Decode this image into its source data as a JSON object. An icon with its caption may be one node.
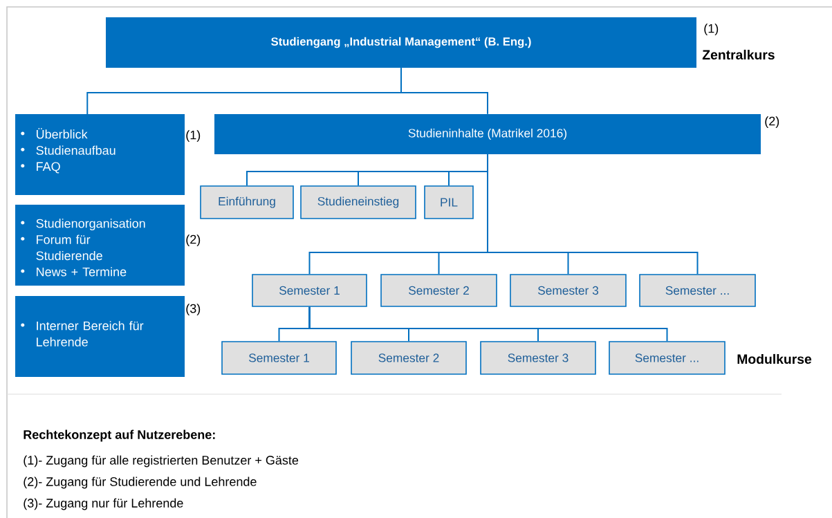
{
  "diagram": {
    "nodes": [
      {
        "text": [
          "Studiengang  „Industrial Management“ (B. Eng.)"
        ],
        "beside": [
          "(1)"
        ]
      },
      {
        "text": [
          "Überblick",
          "Studienaufbau",
          "FAQ"
        ],
        "beside": [
          "(1)"
        ]
      },
      {
        "text": [
          "Studieninhalte (Matrikel 2016)"
        ],
        "beside": [
          "(2)"
        ]
      },
      {
        "text": [
          "Einführung"
        ]
      },
      {
        "text": [
          "Studieneinstieg"
        ]
      },
      {
        "text": [
          "PIL"
        ]
      },
      {
        "text": [
          "Studienorganisation",
          "Forum für Studierende",
          "News + Termine"
        ],
        "beside": [
          "(2)"
        ]
      },
      {
        "text": [
          "Interner Bereich für Lehrende"
        ],
        "beside": [
          "(3)"
        ]
      },
      {
        "text": [
          "Semester 1"
        ]
      },
      {
        "text": [
          "Semester 2"
        ]
      },
      {
        "text": [
          "Semester 3"
        ]
      },
      {
        "text": [
          "Semester ..."
        ]
      },
      {
        "text": [
          "Semester 1"
        ]
      },
      {
        "text": [
          "Semester 2"
        ]
      },
      {
        "text": [
          "Semester 3"
        ]
      },
      {
        "text": [
          "Semester ..."
        ]
      }
    ],
    "edges": [
      {
        "from": 0,
        "to": 1,
        "arrow": "none"
      },
      {
        "from": 0,
        "to": 2,
        "arrow": "none"
      },
      {
        "from": 2,
        "to": 3,
        "arrow": "none"
      },
      {
        "from": 2,
        "to": 4,
        "arrow": "none"
      },
      {
        "from": 2,
        "to": 5,
        "arrow": "none"
      },
      {
        "from": 2,
        "to": 8,
        "arrow": "none"
      },
      {
        "from": 2,
        "to": 9,
        "arrow": "none"
      },
      {
        "from": 2,
        "to": 10,
        "arrow": "none"
      },
      {
        "from": 2,
        "to": 11,
        "arrow": "none"
      },
      {
        "from": 8,
        "to": 12,
        "arrow": "none"
      },
      {
        "from": 8,
        "to": 13,
        "arrow": "none"
      },
      {
        "from": 8,
        "to": 14,
        "arrow": "none"
      },
      {
        "from": 8,
        "to": 15,
        "arrow": "none"
      }
    ],
    "labels": [
      "Zentralkurs",
      "Modulkurse",
      "Rechtekonzept auf Nutzerebene:",
      "(1)- Zugang für alle registrierten Benutzer + Gäste",
      "(2)- Zugang für Studierende und Lehrende",
      "(3)- Zugang nur für Lehrende"
    ]
  }
}
